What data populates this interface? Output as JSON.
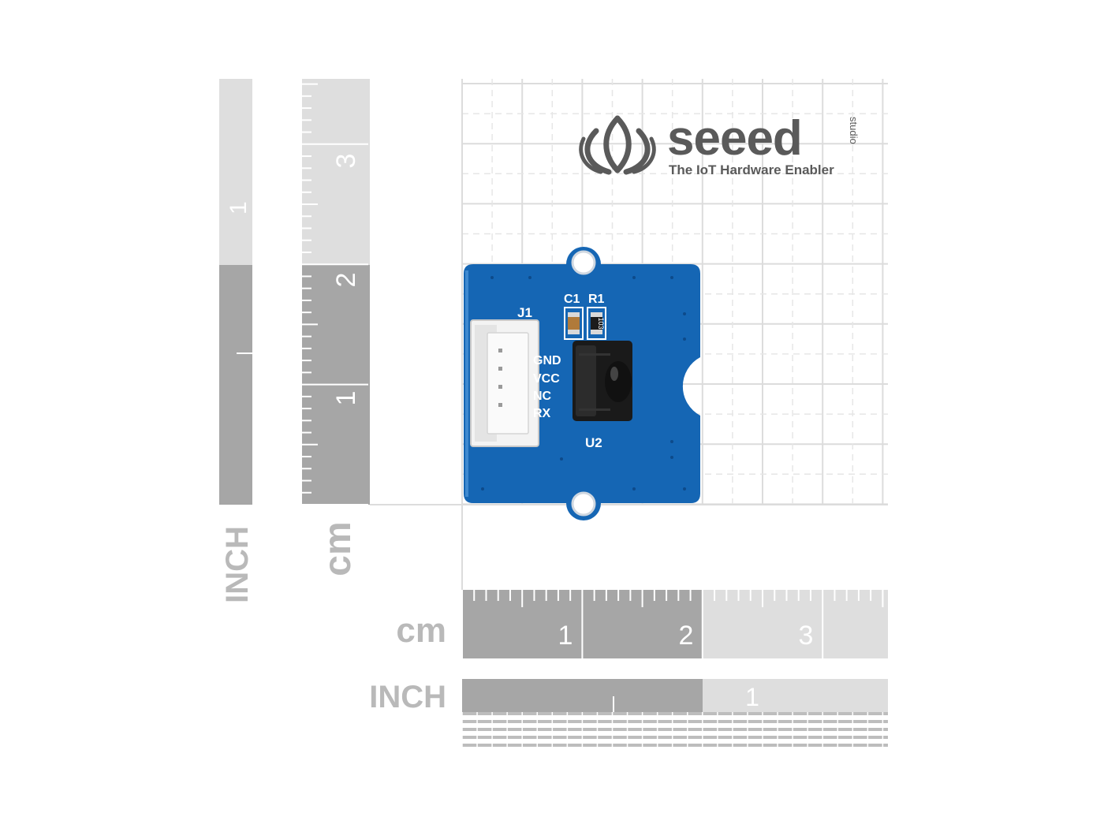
{
  "brand": {
    "name": "seeed",
    "superscript": "studio",
    "tagline": "The IoT Hardware Enabler"
  },
  "rulers": {
    "inch_label": "INCH",
    "cm_label": "cm",
    "vertical_cm_numbers": [
      "3",
      "2",
      "1"
    ],
    "vertical_inch_number": "1",
    "horizontal_cm_numbers": [
      "1",
      "2",
      "3"
    ],
    "horizontal_inch_number": "1"
  },
  "board": {
    "connector_label": "J1",
    "capacitor_label": "C1",
    "resistor_label": "R1",
    "resistor_code": "103",
    "receiver_label": "U2",
    "pin_labels": [
      "GND",
      "VCC",
      "NC",
      "RX"
    ]
  },
  "colors": {
    "pcb_blue": "#1566b4",
    "ruler_dark": "#a6a6a6",
    "ruler_light": "#dedede",
    "grid": "#dcdcdc",
    "logo_gray": "#5a5a5a"
  }
}
